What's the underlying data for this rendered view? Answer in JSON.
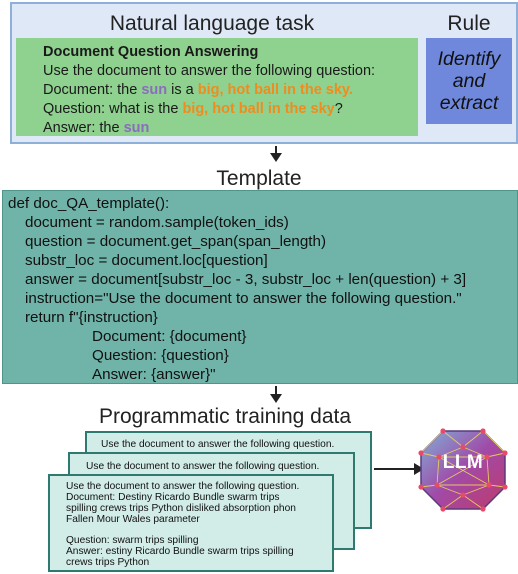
{
  "top": {
    "task_title": "Natural language task",
    "rule_title": "Rule",
    "task": {
      "heading": "Document Question Answering",
      "instruction": "Use the document to answer the following question:",
      "doc_prefix": "Document: the ",
      "doc_sun": "sun",
      "doc_mid": " is a ",
      "doc_span": "big, hot ball in the sky.",
      "q_prefix": "Question: what is the ",
      "q_span": "big, hot ball in the sky",
      "q_suffix": "?",
      "a_prefix": "Answer: the ",
      "a_sun": "sun"
    },
    "rule": {
      "line1": "Identify",
      "line2": "and",
      "line3": "extract"
    }
  },
  "template": {
    "title": "Template",
    "code": [
      "def doc_QA_template():",
      "document = random.sample(token_ids)",
      "question = document.get_span(span_length)",
      "substr_loc = document.loc[question]",
      "answer = document[substr_loc - 3, substr_loc + len(question) + 3]",
      "instruction=\"Use the document to answer the following question.\"",
      "return f\"{instruction}",
      "Document: {document}",
      "Question: {question}",
      "Answer: {answer}\""
    ]
  },
  "training": {
    "title": "Programmatic training data",
    "card_back": "Use the document to answer the following question.",
    "card_mid": "Use the document to answer the following question.",
    "card_front": [
      "Use the document to answer the following question.",
      "Document:  Destiny Ricardo Bundle swarm trips",
      "spilling crews trips Python disliked absorption phon",
      "Fallen Mour Wales parameter",
      "Question:  swarm trips spilling",
      "Answer: estiny Ricardo Bundle swarm trips spilling",
      "crews trips Python"
    ]
  },
  "llm": {
    "label": "LLM"
  },
  "colors": {
    "task_green": "#8fd18f",
    "rule_blue": "#6f88dc",
    "code_teal": "#6fb3a9",
    "card_fill": "#d2ede8",
    "highlight_purple": "#8a6dbd",
    "highlight_orange": "#f08c1e"
  }
}
